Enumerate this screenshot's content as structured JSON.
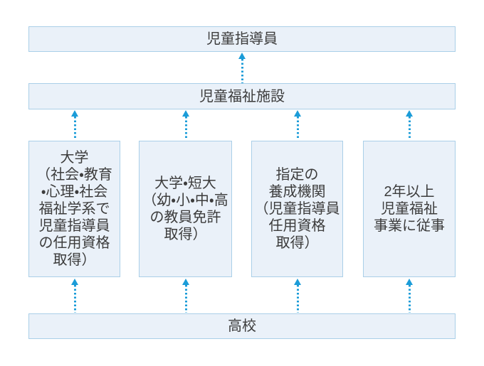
{
  "colors": {
    "box_fill": "#EAF1F9",
    "box_border": "#AACFE8",
    "arrow_blue": "#1B9CD8",
    "text": "#3C3C3C"
  },
  "diagram": {
    "goal": {
      "label": "児童指導員"
    },
    "facility": {
      "label": "児童福祉施設"
    },
    "paths": [
      {
        "label": "大学\n（社会・教育\n・心理・社会\n福祉学系で\n児童指導員\nの任用資格\n取得）"
      },
      {
        "label": "大学・短大\n（幼・小・中・高\nの教員免許\n取得）"
      },
      {
        "label": "指定の\n養成機関\n（児童指導員\n任用資格\n取得）"
      },
      {
        "label": "2年以上\n児童福祉\n事業に従事"
      }
    ],
    "highschool": {
      "label": "高校"
    }
  }
}
